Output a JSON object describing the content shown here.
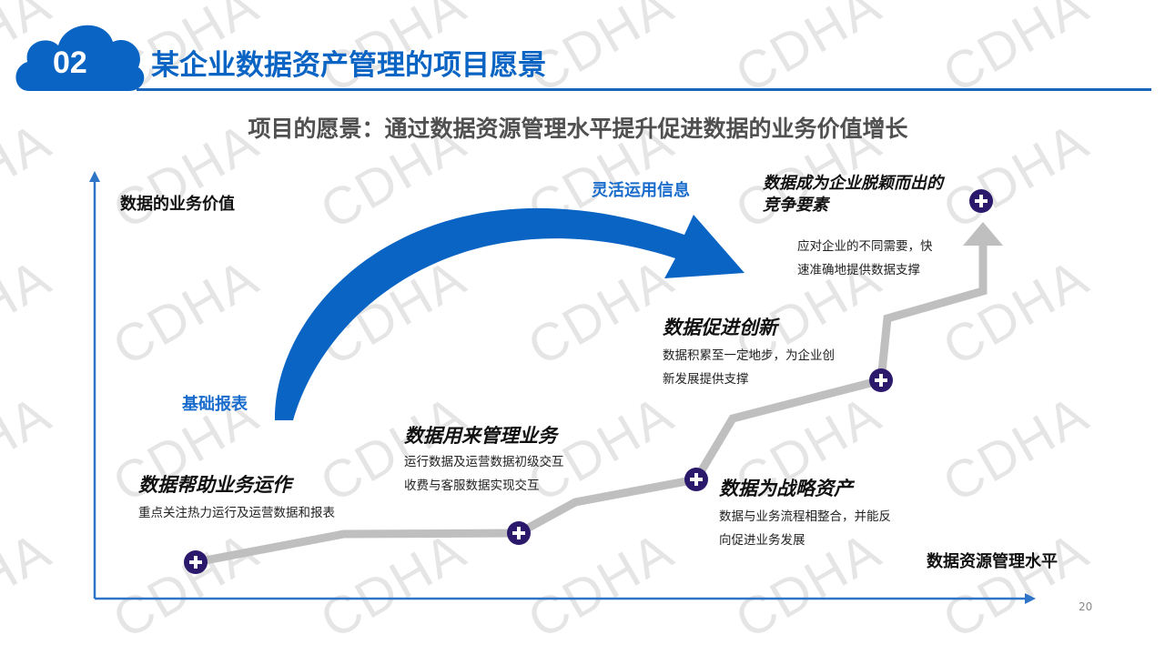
{
  "header": {
    "section_number": "02",
    "title": "某企业数据资产管理的项目愿景"
  },
  "subtitle": "项目的愿景：通过数据资源管理水平提升促进数据的业务价值增长",
  "axes": {
    "y_label": "数据的业务价值",
    "x_label": "数据资源管理水平"
  },
  "arrow_labels": {
    "start": "基础报表",
    "end": "灵活运用信息"
  },
  "stages": [
    {
      "title": "数据帮助业务运作",
      "desc": [
        "重点关注热力运行及运营数据和报表"
      ]
    },
    {
      "title": "数据用来管理业务",
      "desc": [
        "运行数据及运营数据初级交互",
        "收费与客服数据实现交互"
      ]
    },
    {
      "title": "数据为战略资产",
      "desc": [
        "数据与业务流程相整合，并能反",
        "向促进业务发展"
      ]
    },
    {
      "title": "数据促进创新",
      "desc": [
        "数据积累至一定地步，为企业创",
        "新发展提供支撑"
      ]
    },
    {
      "title": "数据成为企业脱颖而出的竞争要素",
      "desc": [
        "应对企业的不同需要，快",
        "速准确地提供数据支撑"
      ]
    }
  ],
  "page_number": "20",
  "watermark": "CDHA",
  "colors": {
    "brand_blue": "#0a64c4",
    "axis_blue": "#2e75c7",
    "path_gray": "#bfbfbf",
    "node": "#2b1a6b"
  }
}
